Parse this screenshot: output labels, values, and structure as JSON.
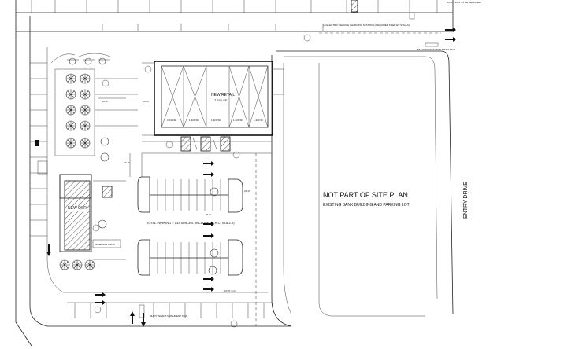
{
  "labels": {
    "not_part": "NOT PART OF SITE PLAN",
    "existing": "EXISTING BANK BUILDING AND PARKING LOT",
    "entry_drive": "ENTRY DRIVE",
    "new_retail": "NEW RETAIL",
    "new_retail_sf": "7,536 SF",
    "new_qsr": "NEW QSR",
    "total_parking": "TOTAL PARKING = 133 SPACES (INCLUDES 6 H.C. STALLS)",
    "ev_note": "(4) ELECTRIC VEHICLE CHARGING STATIONS (REQUIRED 6 SEE EV STALLS)",
    "sign_bottom": "MULTI TENANT MONUMENT SIGN",
    "sign_right": "MULTI TENANT MONUMENT SIGN",
    "sign_top_right": "EXIST. SIGN TO BE REMOVED",
    "unit_sf": [
      "2,040 SF",
      "1,320 SF",
      "1,320 SF",
      "1,320 SF",
      "1,320 SF"
    ],
    "dim_a": "18'-0\"",
    "dim_b": "24'-0\"",
    "dim_c": "9'-0\"",
    "dim_d": "20'-0\"",
    "dim_e": "24'-0\"",
    "dim_f": "10'-0\" (typ.)",
    "ordering": "ORDERING KIOSK"
  },
  "icons": {
    "tree": "tree-symbol-icon",
    "arrow": "traffic-arrow-icon",
    "keynote": "keynote-circle-icon"
  }
}
